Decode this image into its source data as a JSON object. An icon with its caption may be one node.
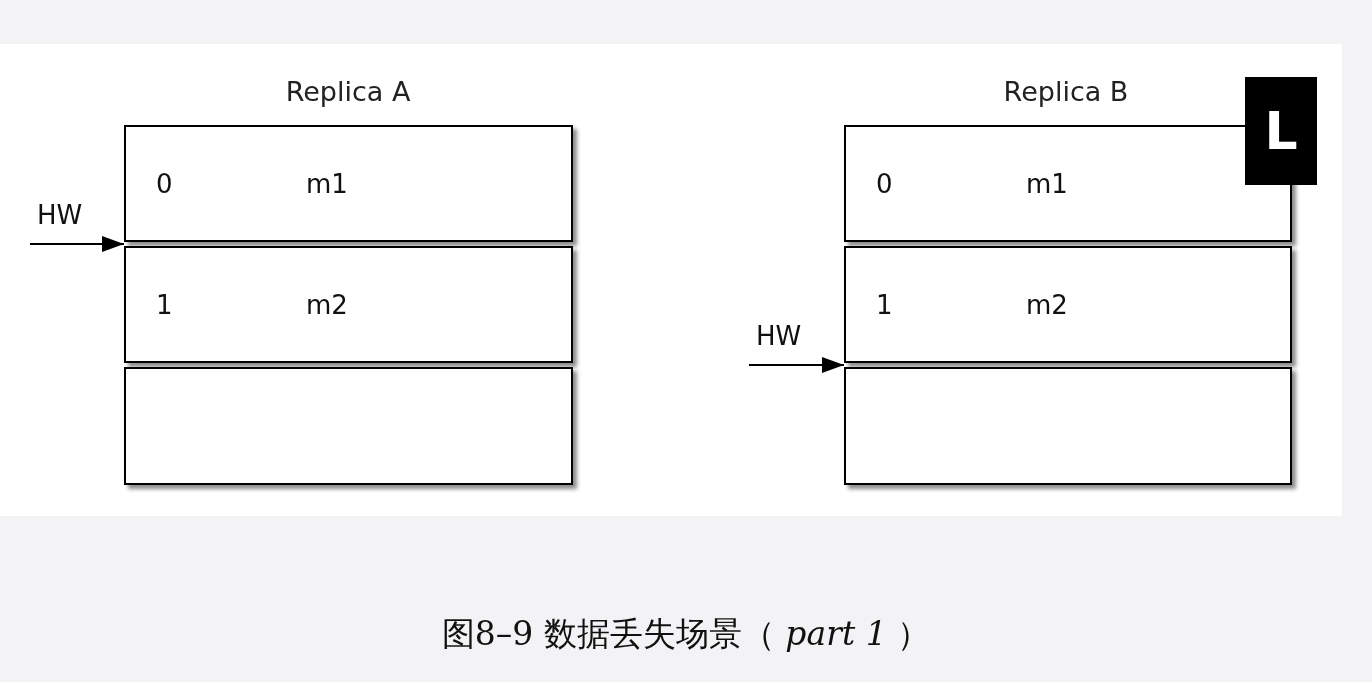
{
  "diagram": {
    "caption": "图8–9 数据丢失场景（ *part 1* ）",
    "nodes": [
      {
        "text": [
          "0",
          "m1"
        ]
      },
      {
        "text": [
          "1",
          "m2"
        ]
      },
      {
        "text": [],
        "shape": "box"
      },
      {
        "text": [
          "HW"
        ]
      },
      {
        "text": [
          "0",
          "m1"
        ]
      },
      {
        "text": [
          "1",
          "m2"
        ]
      },
      {
        "text": [],
        "shape": "box"
      },
      {
        "text": [
          "L"
        ]
      },
      {
        "text": [
          "HW"
        ]
      }
    ],
    "edges": [
      {
        "from": 3,
        "to": 1,
        "arrow": "to"
      },
      {
        "from": 8,
        "to": 6,
        "arrow": "to"
      }
    ],
    "labels": [
      "Replica A",
      "Replica B"
    ]
  }
}
